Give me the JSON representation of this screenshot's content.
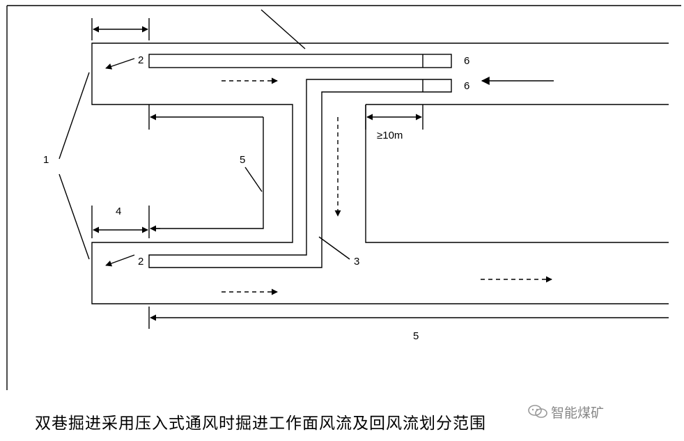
{
  "caption": "双巷掘进采用压入式通风时掘进工作面风流及回风流划分范围",
  "watermark": {
    "text": "智能煤矿",
    "icon": "wechat-icon"
  },
  "labels": {
    "l1": "1",
    "l2_top": "2",
    "l2_bottom": "2",
    "l3": "3",
    "l4": "4",
    "l5_mid": "5",
    "l5_bottom": "5",
    "l6_top": "6",
    "l6_bottom": "6",
    "dist": "≥10m"
  }
}
